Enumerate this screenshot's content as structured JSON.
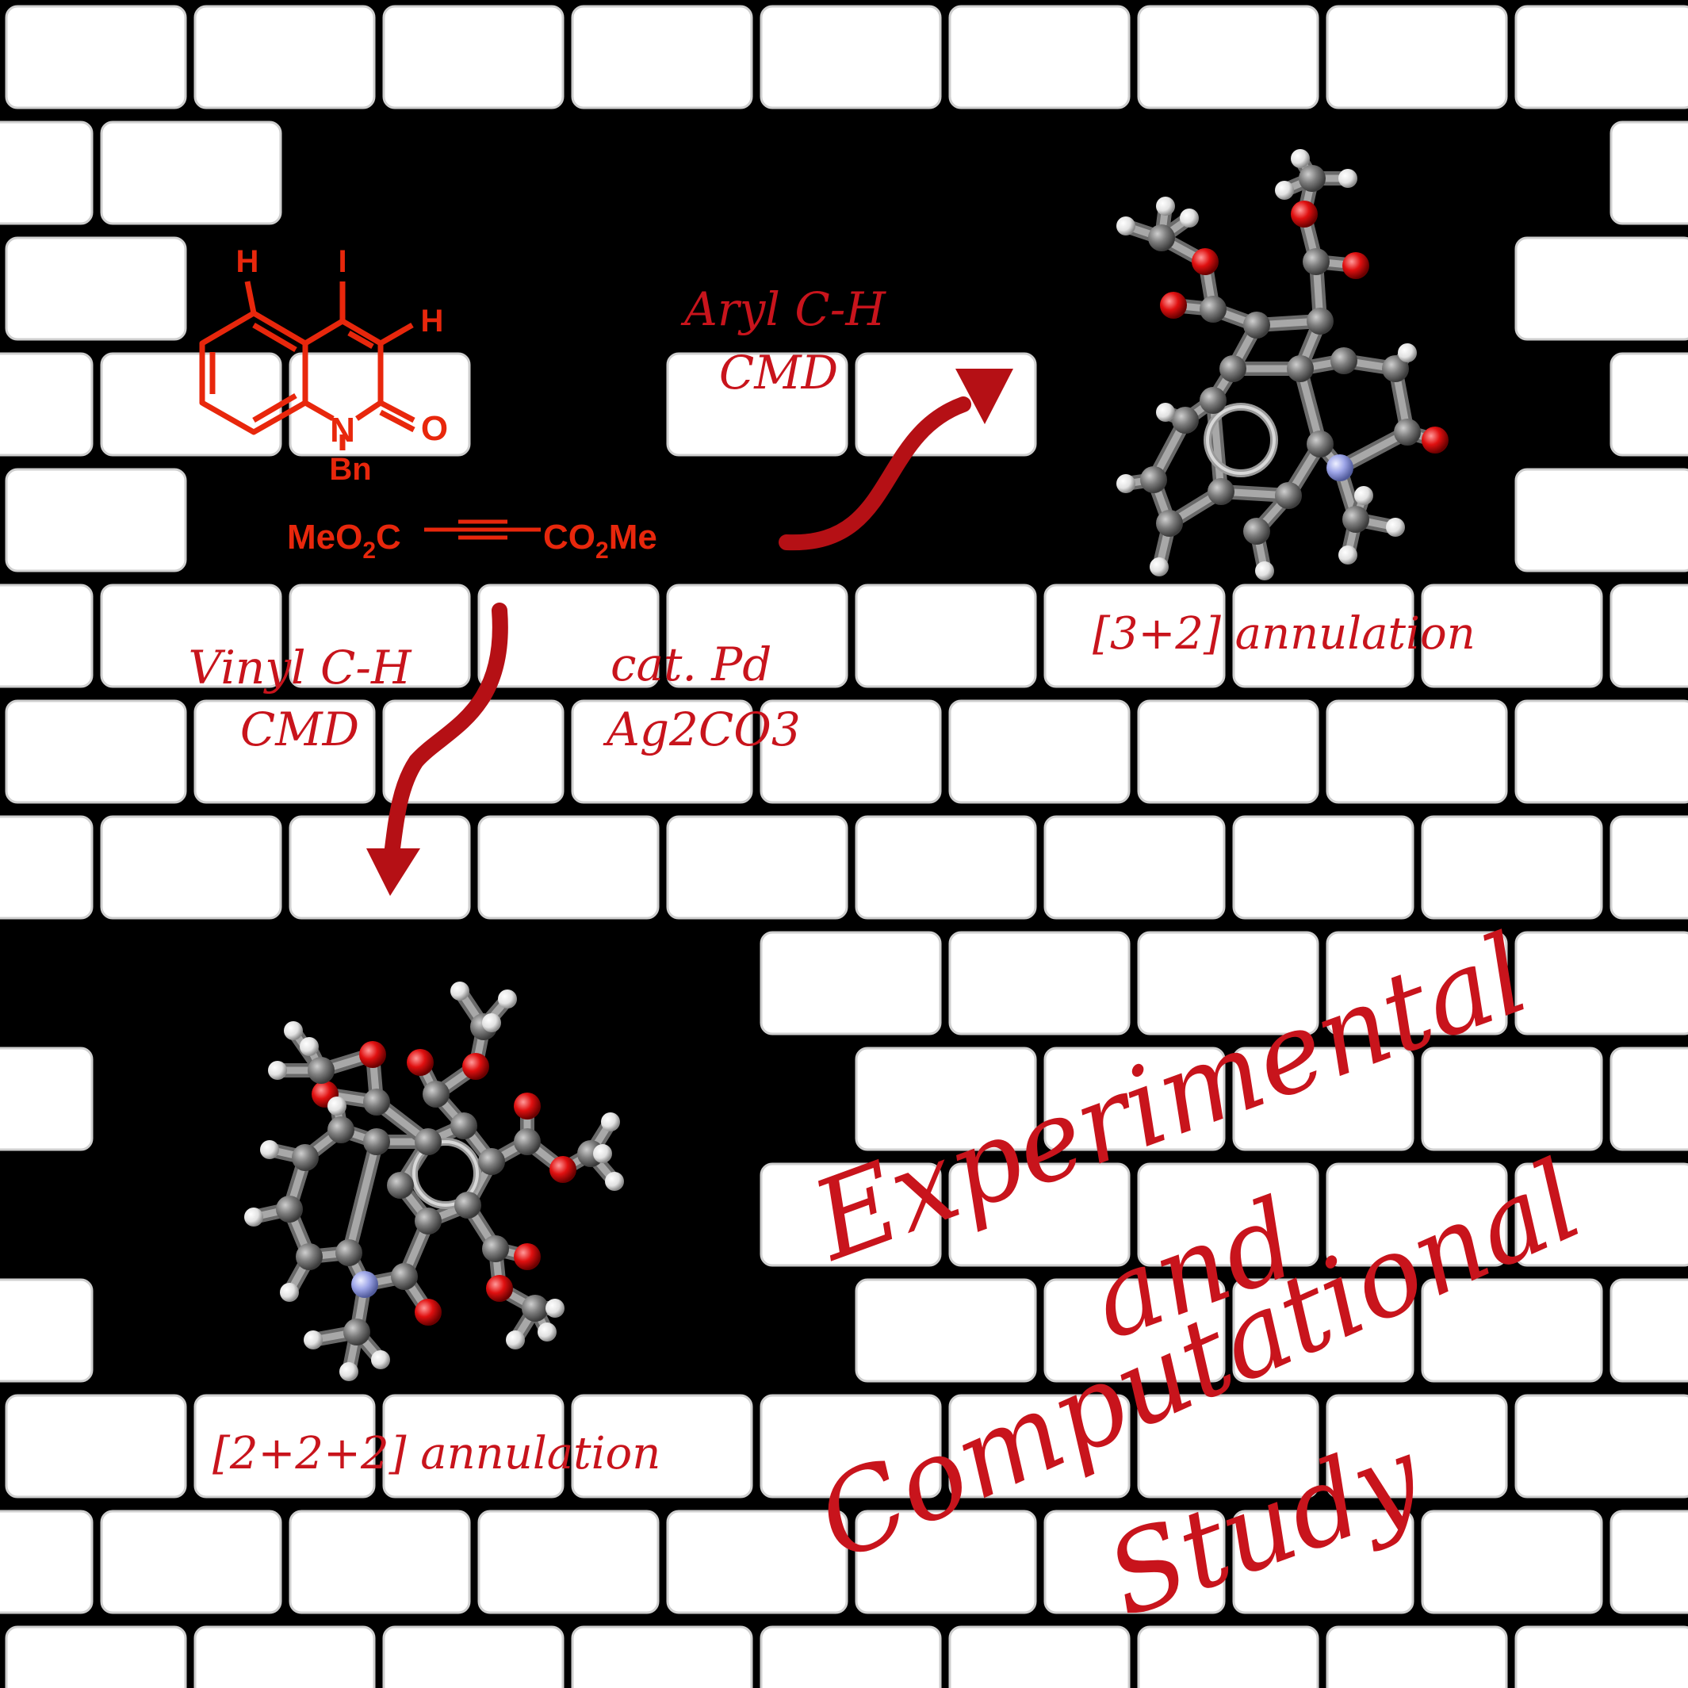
{
  "reactant": {
    "atom_I": "I",
    "atom_H_top": "H",
    "atom_H_right": "H",
    "atom_N": "N",
    "atom_O": "O",
    "substituent_N": "Bn",
    "alkyne_left": "MeO",
    "alkyne_left_sub": "2",
    "alkyne_left_end": "C",
    "alkyne_right": "CO",
    "alkyne_right_sub": "2",
    "alkyne_right_end": "Me"
  },
  "path_aryl": {
    "line1": "Aryl C-H",
    "line2": "CMD",
    "product_label": "[3+2] annulation"
  },
  "path_vinyl": {
    "line1": "Vinyl C-H",
    "line2": "CMD",
    "product_label": "[2+2+2] annulation"
  },
  "conditions": {
    "line1": "cat. Pd",
    "line2": "Ag2CO3"
  },
  "headline": {
    "line1": "Experimental",
    "line2": "and",
    "line3": "Computational",
    "line4": "Study"
  },
  "colors": {
    "accent": "#c8141c",
    "structure": "#e8270c",
    "carbon": "#7a7a7a",
    "oxygen": "#e01010",
    "nitrogen": "#9ea6e8",
    "hydrogen": "#e8e8e8"
  }
}
